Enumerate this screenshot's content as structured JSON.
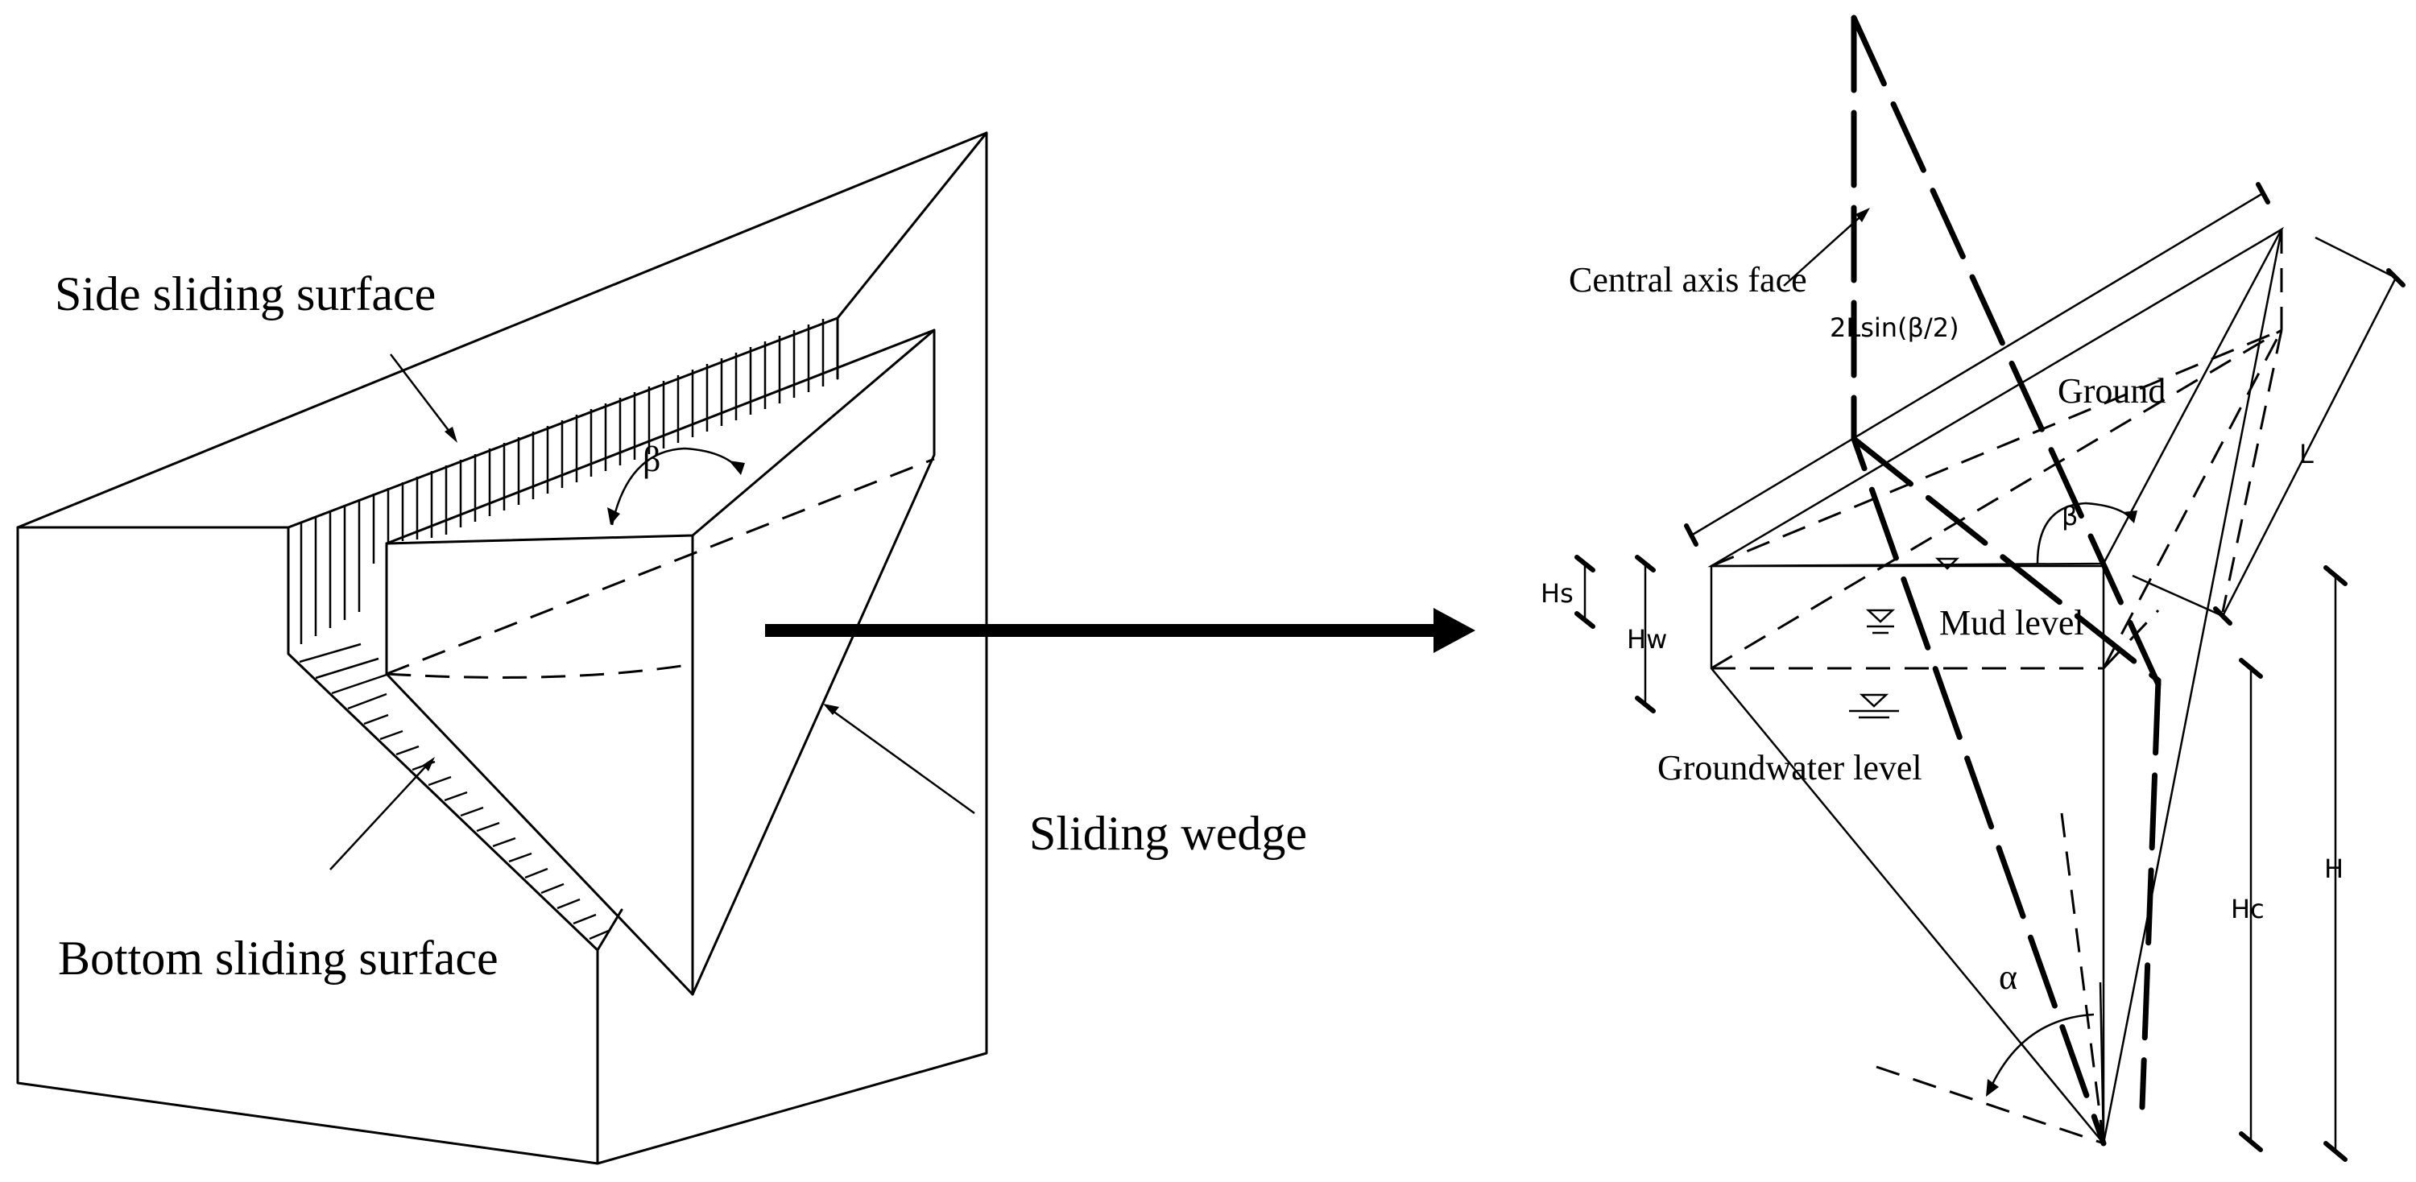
{
  "left_figure": {
    "side_surface_label": "Side sliding surface",
    "bottom_surface_label": "Bottom sliding surface",
    "wedge_label": "Sliding wedge",
    "beta_label": "β"
  },
  "right_figure": {
    "central_axis_label": "Central axis face",
    "formula_label": "2Lsin(β/2)",
    "ground_label": "Ground",
    "mud_level_label": "Mud level",
    "groundwater_label": "Groundwater level",
    "beta_label": "β",
    "alpha_label": "α",
    "hs_label": "Hs",
    "hw_label": "Hw",
    "hc_label": "Hc",
    "h_label": "H",
    "l_label": "L"
  },
  "arrow": {
    "direction": "right",
    "meaning": "left wedge model to right analytical geometry"
  },
  "colors": {
    "ink": "#000000",
    "background": "#ffffff"
  }
}
